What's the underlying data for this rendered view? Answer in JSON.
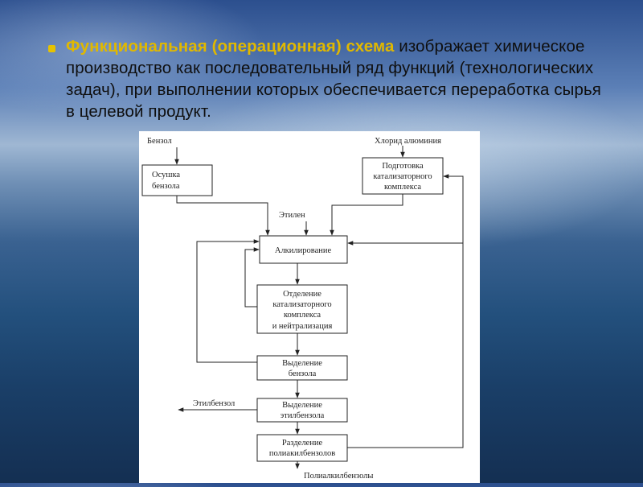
{
  "slide": {
    "bold_text": "Функциональная (операционная) схема",
    "body_text": " изображает химическое производство как последовательный ряд функций (технологических задач), при выполнении которых обеспечивается переработка сырья в целевой продукт."
  },
  "diagram": {
    "inputs": {
      "benzene": "Бензол",
      "aluminum_chloride": "Хлорид алюминия",
      "ethylene": "Этилен"
    },
    "outputs": {
      "ethylbenzene": "Этилбензол",
      "polyalkylbenzenes": "Полиалкилбензолы"
    },
    "boxes": {
      "drying": [
        "Осушка",
        "бензола"
      ],
      "catalyst_prep": [
        "Подготовка",
        "катализаторного",
        "комплекса"
      ],
      "alkylation": [
        "Алкилирование"
      ],
      "catalyst_sep": [
        "Отделение",
        "катализаторного",
        "комплекса",
        "и нейтрализация"
      ],
      "benzene_sep": [
        "Выделение",
        "бензола"
      ],
      "ethylbenzene_sep": [
        "Выделение",
        "этилбензола"
      ],
      "poly_sep": [
        "Разделение",
        "полиакилбензолов"
      ]
    }
  }
}
